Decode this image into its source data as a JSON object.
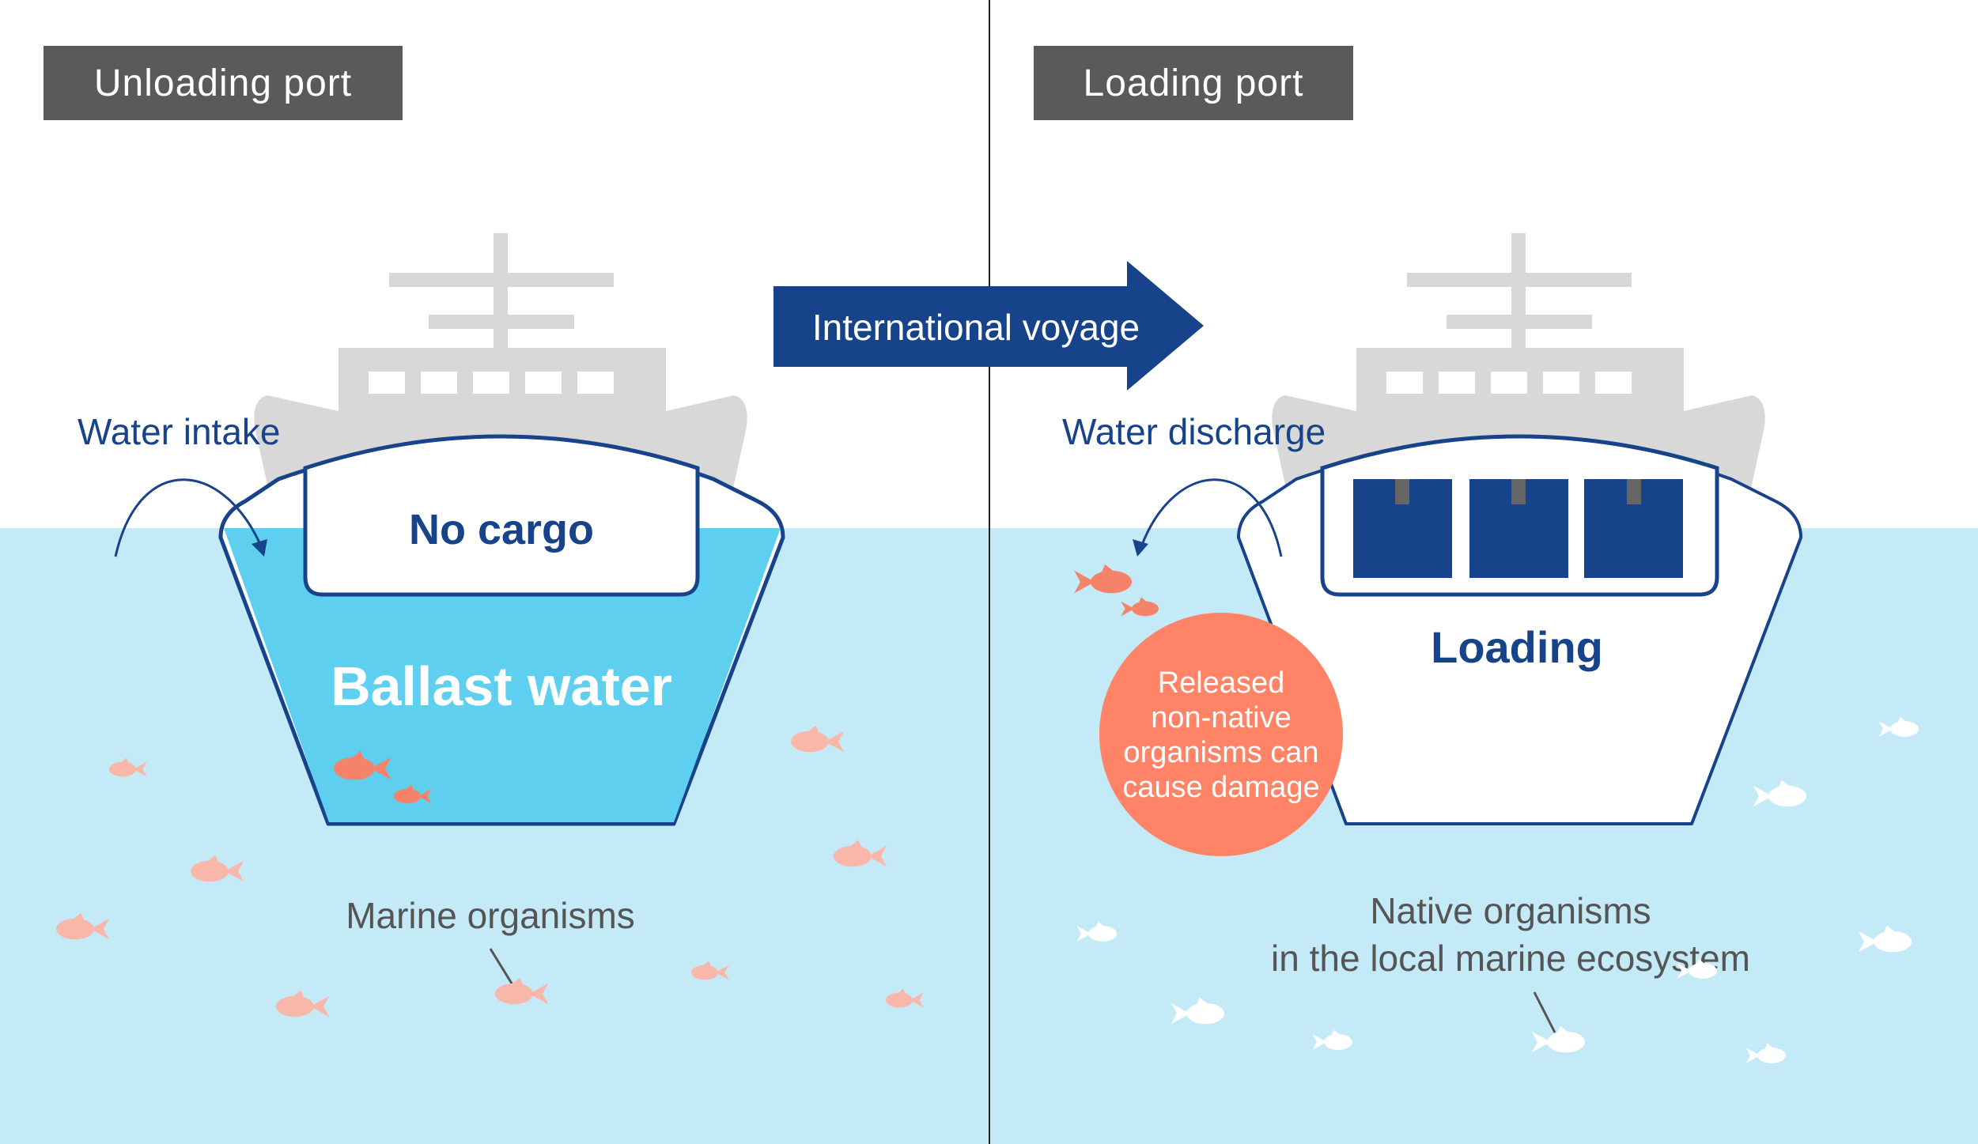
{
  "left_panel": {
    "port_label": "Unloading port",
    "water_label": "Water intake",
    "hold_label": "No cargo",
    "ballast_label": "Ballast water",
    "organisms_label": "Marine organisms"
  },
  "right_panel": {
    "port_label": "Loading port",
    "water_label": "Water discharge",
    "hold_label": "Loading",
    "warning_lines": [
      "Released",
      "non-native",
      "organisms can",
      "cause damage"
    ],
    "organisms_lines": [
      "Native organisms",
      "in the local marine ecosystem"
    ]
  },
  "voyage_label": "International voyage",
  "colors": {
    "sea": "#c4eaf8",
    "ballast": "#5fcff0",
    "navy": "#17438b",
    "ship_grey": "#d8d8d8",
    "tag_bg": "#5a5a5a",
    "text_grey": "#555555",
    "fish_orange": "#f5836a",
    "fish_pink": "#f9b7a9",
    "fish_white": "#ffffff",
    "warning": "#ff8366"
  }
}
